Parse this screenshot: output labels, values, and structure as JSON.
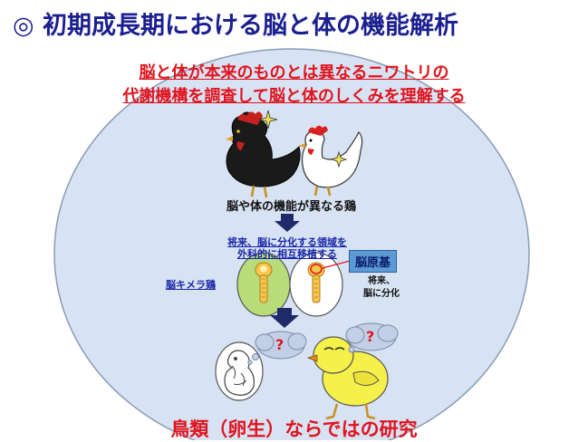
{
  "title": "◎ 初期成長期における脳と体の機能解析",
  "subtitle": {
    "line1": "脳と体が本来のものとは異なるニワトリの",
    "line2": "代謝機構を調査して脳と体のしくみを理解する"
  },
  "diagram": {
    "chickens_label": "脳や体の機能が異なる鶏",
    "transplant_label_1": "将来、脳に分化する領域を",
    "transplant_label_2": "外科的に相互移植する",
    "chimera_label": "脳キメラ鶏",
    "badge_label": "脳原基",
    "future_label_1": "将来、",
    "future_label_2": "脳に分化",
    "question_1": "?",
    "question_2": "?"
  },
  "bottom_text": "鳥類（卵生）ならではの研究",
  "colors": {
    "title": "#1b1f8f",
    "accent_red": "#e0141e",
    "circle_fill": "#d7e2f2",
    "egg_green": "#b8dc7a",
    "chick_yellow": "#f5f04a",
    "badge_blue": "#5b9bd5",
    "arrow_navy": "#1f2a6b"
  }
}
